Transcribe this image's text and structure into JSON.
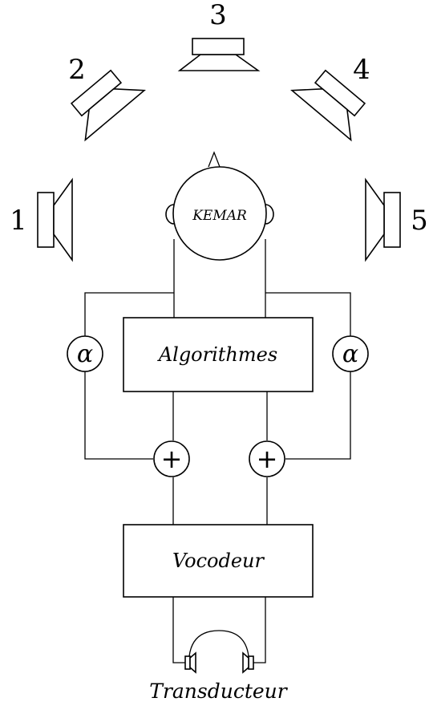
{
  "speakers": [
    {
      "label": "1"
    },
    {
      "label": "2"
    },
    {
      "label": "3"
    },
    {
      "label": "4"
    },
    {
      "label": "5"
    }
  ],
  "head_label": "KEMAR",
  "gain_symbol": "α",
  "sum_symbol": "+",
  "processing_block": "Algorithmes",
  "vocoder_block": "Vocodeur",
  "output_label": "Transducteur"
}
